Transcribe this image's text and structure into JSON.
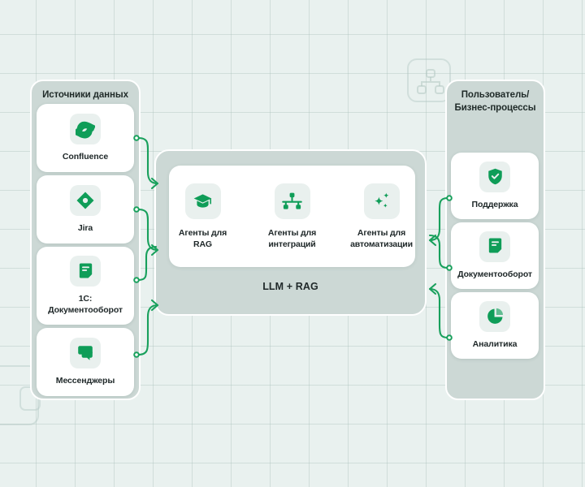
{
  "theme": {
    "background": "#e9f1ef",
    "grid_line": "#a8beb9",
    "panel_fill": "#ccd8d5",
    "card_fill": "#ffffff",
    "icon_tile_fill": "#e9f0ee",
    "accent_green": "#0f9d58",
    "connector_green": "#18a05c",
    "text_dark": "#20292a"
  },
  "sources_panel": {
    "title": "Источники данных",
    "cards": [
      {
        "label": "Confluence",
        "icon": "confluence-icon"
      },
      {
        "label": "Jira",
        "icon": "jira-icon"
      },
      {
        "label": "1C:\nДокументооборот",
        "icon": "document-icon",
        "line1": "1C:",
        "line2": "Документооборот"
      },
      {
        "label": "Мессенджеры",
        "icon": "chat-bubbles-icon"
      }
    ]
  },
  "hub": {
    "footer_label": "LLM + RAG",
    "agents": [
      {
        "line1": "Агенты для",
        "line2": "RAG",
        "icon": "graduation-cap-icon"
      },
      {
        "line1": "Агенты для",
        "line2": "интеграций",
        "icon": "hierarchy-icon"
      },
      {
        "line1": "Агенты для",
        "line2": "автоматизации",
        "icon": "sparkles-icon"
      }
    ]
  },
  "consumers_panel": {
    "title_line1": "Пользователь/",
    "title_line2": "Бизнес-процессы",
    "cards": [
      {
        "label": "Поддержка",
        "icon": "shield-check-icon"
      },
      {
        "label": "Документооборот",
        "icon": "document-icon"
      },
      {
        "label": "Аналитика",
        "icon": "pie-chart-icon"
      }
    ]
  },
  "connectors": {
    "inbound_count": 4,
    "outbound_count": 3,
    "inbound_direction": "left-to-center",
    "outbound_direction": "right-to-center"
  },
  "decorations": [
    {
      "name": "background-hierarchy-icon"
    },
    {
      "name": "background-corner-shape"
    }
  ]
}
